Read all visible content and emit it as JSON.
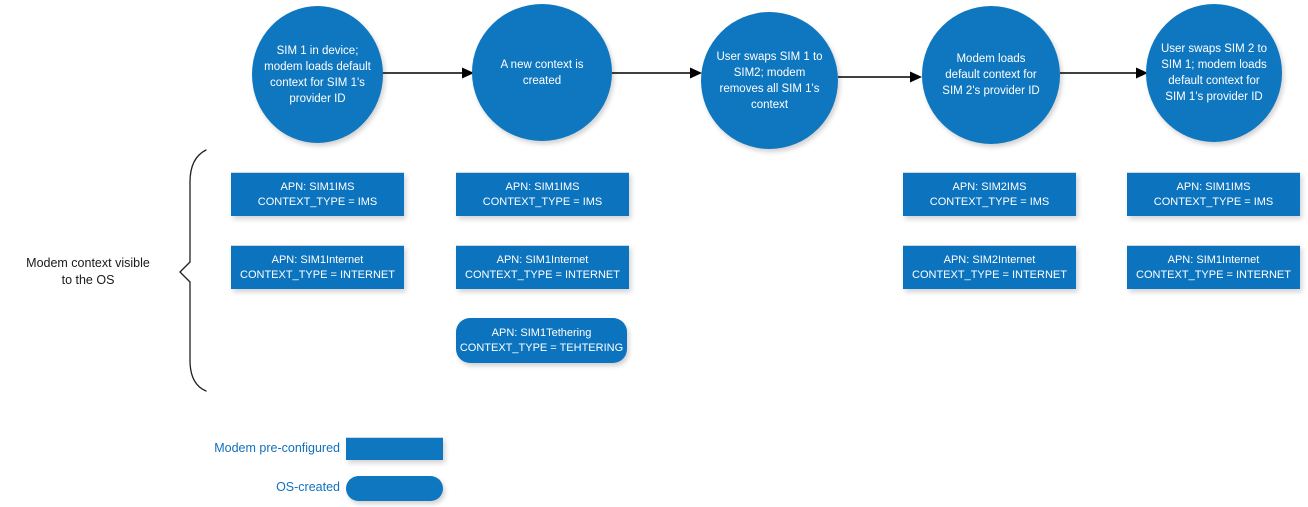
{
  "diagram": {
    "colors": {
      "shape_blue": "#0F77C0",
      "box_blue": "#0C74BE",
      "legend_text_blue": "#1170BE",
      "arrow_black": "#000000",
      "label_text": "#1a1a1a"
    },
    "steps": [
      {
        "id": "step-1",
        "text": "SIM 1 in device;\nmodem loads default\ncontext for SIM 1's\nprovider ID"
      },
      {
        "id": "step-2",
        "text": "A new context is\ncreated"
      },
      {
        "id": "step-3",
        "text": "User swaps SIM 1 to\nSIM2; modem\nremoves all SIM 1's\ncontext"
      },
      {
        "id": "step-4",
        "text": "Modem loads\ndefault context for\nSIM 2's provider ID"
      },
      {
        "id": "step-5",
        "text": "User swaps SIM 2 to\nSIM 1; modem loads\ndefault context for\nSIM 1's provider ID"
      }
    ],
    "columns": [
      {
        "step": 1,
        "contexts": [
          {
            "text": "APN: SIM1IMS\nCONTEXT_TYPE = IMS",
            "kind": "modem-pre-configured"
          },
          {
            "text": "APN: SIM1Internet\nCONTEXT_TYPE = INTERNET",
            "kind": "modem-pre-configured"
          }
        ]
      },
      {
        "step": 2,
        "contexts": [
          {
            "text": "APN: SIM1IMS\nCONTEXT_TYPE = IMS",
            "kind": "modem-pre-configured"
          },
          {
            "text": "APN: SIM1Internet\nCONTEXT_TYPE = INTERNET",
            "kind": "modem-pre-configured"
          },
          {
            "text": "APN: SIM1Tethering\nCONTEXT_TYPE = TEHTERING",
            "kind": "os-created"
          }
        ]
      },
      {
        "step": 3,
        "contexts": []
      },
      {
        "step": 4,
        "contexts": [
          {
            "text": "APN: SIM2IMS\nCONTEXT_TYPE = IMS",
            "kind": "modem-pre-configured"
          },
          {
            "text": "APN: SIM2Internet\nCONTEXT_TYPE = INTERNET",
            "kind": "modem-pre-configured"
          }
        ]
      },
      {
        "step": 5,
        "contexts": [
          {
            "text": "APN: SIM1IMS\nCONTEXT_TYPE = IMS",
            "kind": "modem-pre-configured"
          },
          {
            "text": "APN: SIM1Internet\nCONTEXT_TYPE = INTERNET",
            "kind": "modem-pre-configured"
          }
        ]
      }
    ],
    "bracket": {
      "label": "Modem context visible\nto the OS"
    },
    "legend": [
      {
        "label": "Modem pre-configured",
        "swatch": "square"
      },
      {
        "label": "OS-created",
        "swatch": "pill"
      }
    ]
  }
}
